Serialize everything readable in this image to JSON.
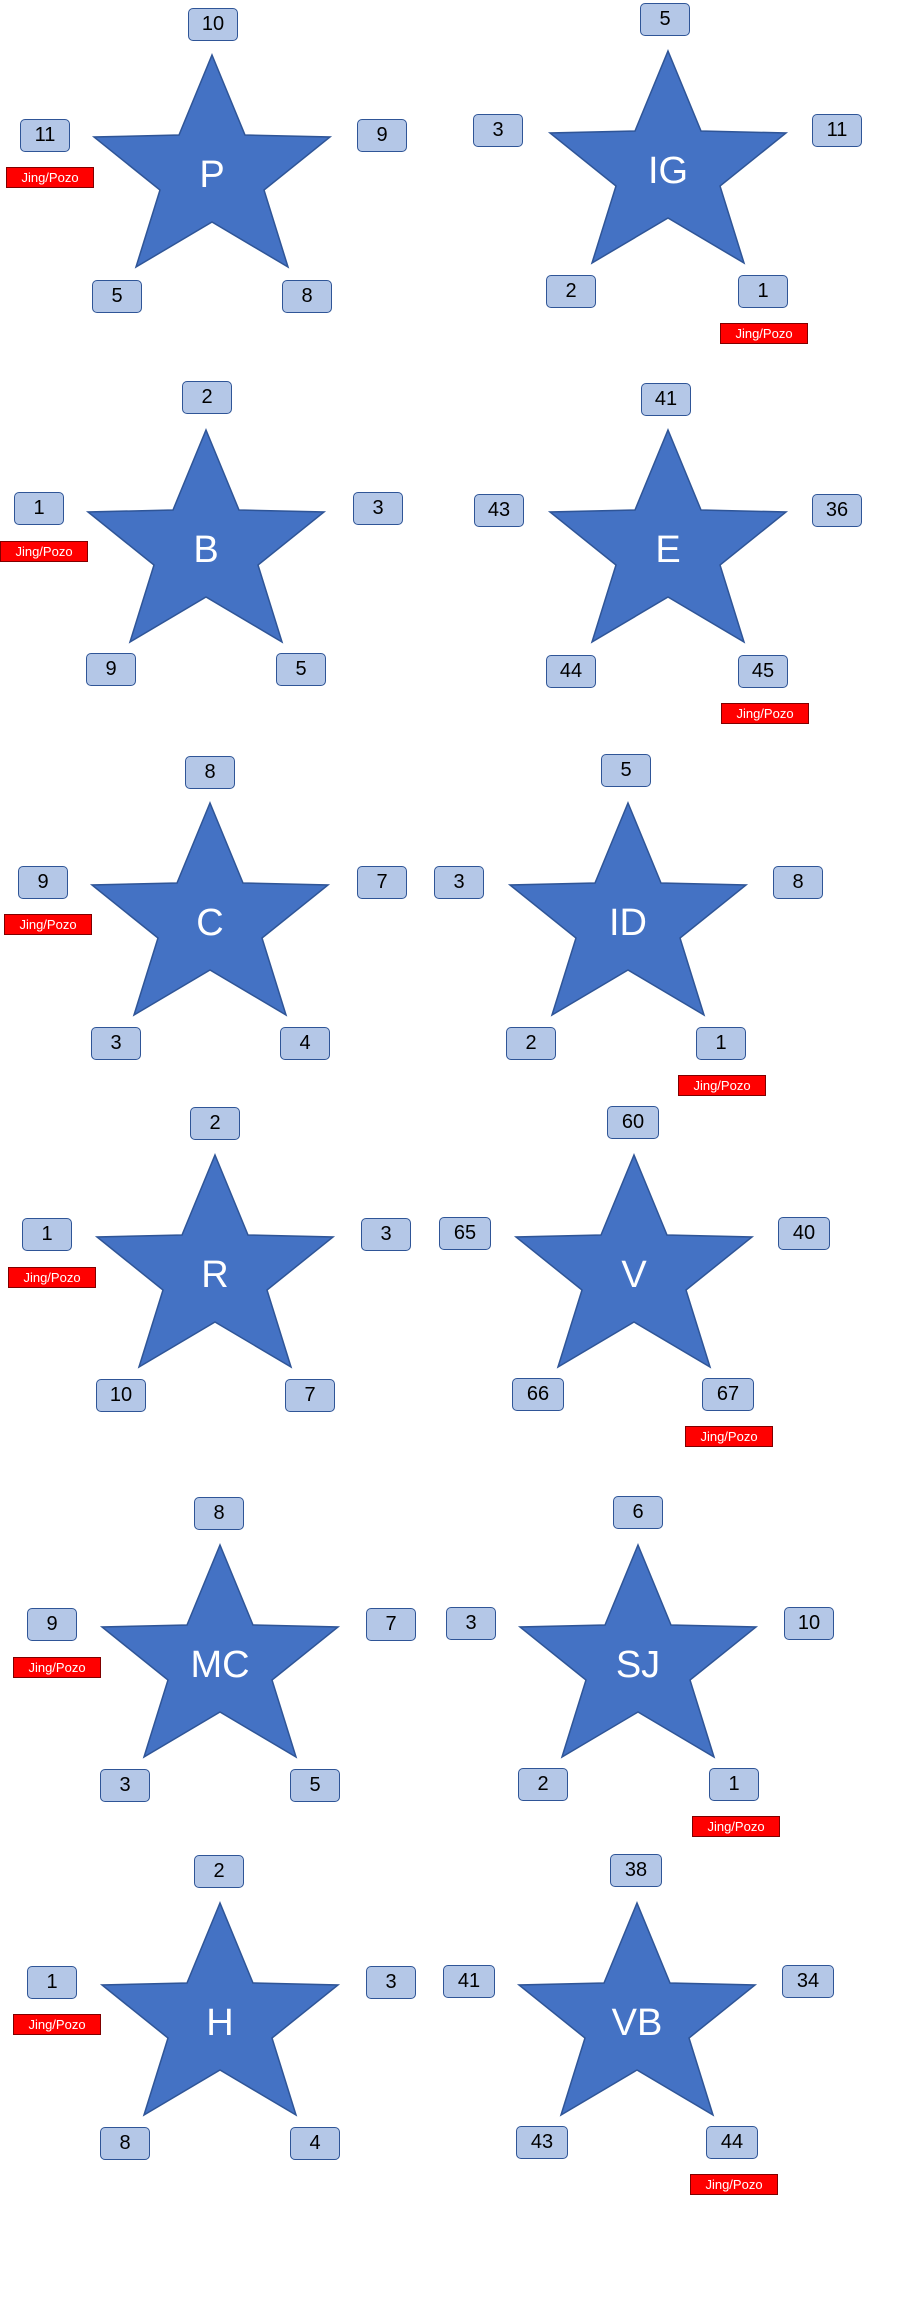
{
  "colors": {
    "star": "#4472c4",
    "star_stroke": "#2f5597",
    "box": "#b4c7e7",
    "tag": "#ff0000"
  },
  "tag_text": "Jing/Pozo",
  "stars": [
    {
      "label": "P",
      "top": "10",
      "left": "11",
      "right": "9",
      "bottom_left": "5",
      "bottom_right": "8",
      "tag_side": "left"
    },
    {
      "label": "IG",
      "top": "5",
      "left": "3",
      "right": "11",
      "bottom_left": "2",
      "bottom_right": "1",
      "tag_side": "bottom-right"
    },
    {
      "label": "B",
      "top": "2",
      "left": "1",
      "right": "3",
      "bottom_left": "9",
      "bottom_right": "5",
      "tag_side": "left"
    },
    {
      "label": "E",
      "top": "41",
      "left": "43",
      "right": "36",
      "bottom_left": "44",
      "bottom_right": "45",
      "tag_side": "bottom-right"
    },
    {
      "label": "C",
      "top": "8",
      "left": "9",
      "right": "7",
      "bottom_left": "3",
      "bottom_right": "4",
      "tag_side": "left"
    },
    {
      "label": "ID",
      "top": "5",
      "left": "3",
      "right": "8",
      "bottom_left": "2",
      "bottom_right": "1",
      "tag_side": "bottom-right"
    },
    {
      "label": "R",
      "top": "2",
      "left": "1",
      "right": "3",
      "bottom_left": "10",
      "bottom_right": "7",
      "tag_side": "left"
    },
    {
      "label": "V",
      "top": "60",
      "left": "65",
      "right": "40",
      "bottom_left": "66",
      "bottom_right": "67",
      "tag_side": "bottom-right"
    },
    {
      "label": "MC",
      "top": "8",
      "left": "9",
      "right": "7",
      "bottom_left": "3",
      "bottom_right": "5",
      "tag_side": "left"
    },
    {
      "label": "SJ",
      "top": "6",
      "left": "3",
      "right": "10",
      "bottom_left": "2",
      "bottom_right": "1",
      "tag_side": "bottom-right"
    },
    {
      "label": "H",
      "top": "2",
      "left": "1",
      "right": "3",
      "bottom_left": "8",
      "bottom_right": "4",
      "tag_side": "left"
    },
    {
      "label": "VB",
      "top": "38",
      "left": "41",
      "right": "34",
      "bottom_left": "43",
      "bottom_right": "44",
      "tag_side": "bottom-right"
    }
  ]
}
